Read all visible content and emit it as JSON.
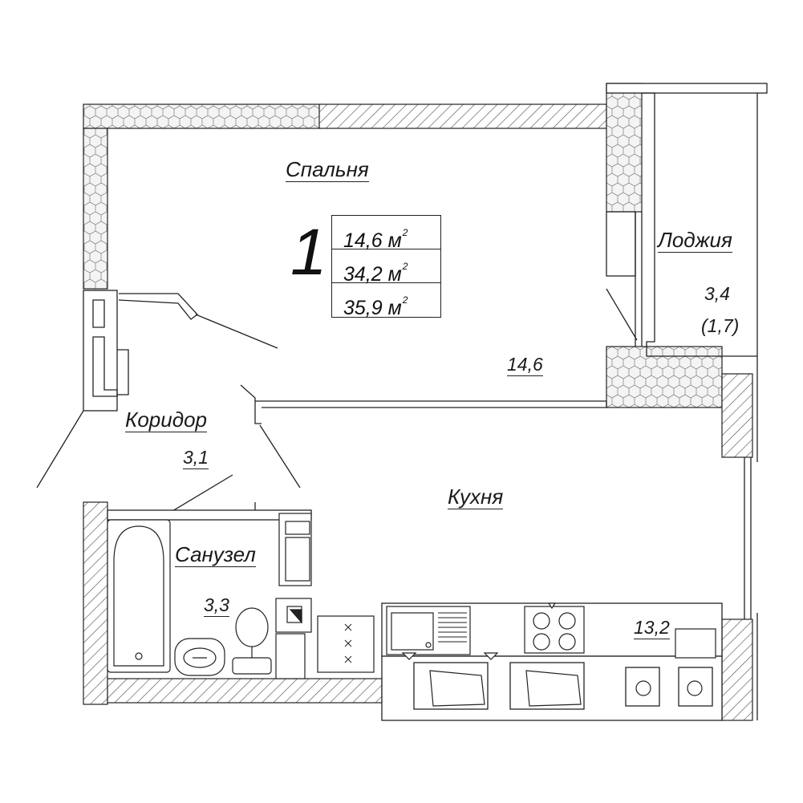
{
  "apartment": {
    "rooms_count": "1",
    "area_rows": [
      {
        "value": "14,6 м",
        "sup": "2"
      },
      {
        "value": "34,2 м",
        "sup": "2"
      },
      {
        "value": "35,9 м",
        "sup": "2"
      }
    ]
  },
  "rooms": {
    "bedroom": {
      "name": "Спальня",
      "area": "14,6"
    },
    "loggia": {
      "name": "Лоджия",
      "area": "3,4",
      "area_reduced": "(1,7)"
    },
    "corridor": {
      "name": "Коридор",
      "area": "3,1"
    },
    "kitchen": {
      "name": "Кухня",
      "area": "13,2"
    },
    "bathroom": {
      "name": "Санузел",
      "area": "3,3"
    }
  },
  "colors": {
    "line": "#222222",
    "hatch": "#555555",
    "insulation_fill": "#f2f2f2"
  }
}
